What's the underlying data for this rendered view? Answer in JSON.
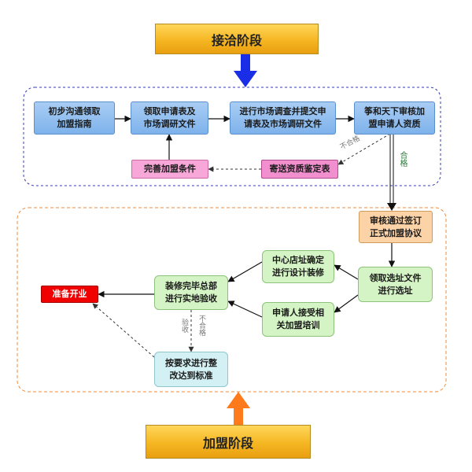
{
  "stages": {
    "top": "接洽阶段",
    "bottom": "加盟阶段"
  },
  "nodes": {
    "initial_contact": "初步沟通领取\n加盟指南",
    "get_application": "领取申请表及\n市场调研文件",
    "market_research": "进行市场调查并提交申\n请表及市场调研文件",
    "review": "筝和天下审核加\n盟申请人资质",
    "improve_conditions": "完善加盟条件",
    "send_notice": "寄送资质鉴定表",
    "sign_agreement": "审核通过签订\n正式加盟协议",
    "site_selection": "领取选址文件\n进行选址",
    "center_design": "中心店址确定\n进行设计装修",
    "training": "申请人接受相\n关加盟培训",
    "acceptance": "装修完毕总部\n进行实地验收",
    "rectify": "按要求进行整\n改达到标准",
    "open": "准备开业"
  },
  "edge_labels": {
    "unqualified_review": "不合格",
    "qualified": "合格",
    "acceptance_word": "验收",
    "unqualified_acceptance": "不合格"
  },
  "colors": {
    "blue_box": "#8dbdf0",
    "pink_box": "#f7a8d8",
    "peach_box": "#fbd3a7",
    "green_box": "#d5f4c5",
    "cyan_box": "#d3f1f4",
    "red_box": "#f10000",
    "stage_gold": "#f5b622",
    "down_arrow": "#1a2ee8",
    "up_arrow": "#ff7a1a",
    "region_top_border": "#3a3ab0",
    "region_bottom_border": "#f08a3a"
  }
}
